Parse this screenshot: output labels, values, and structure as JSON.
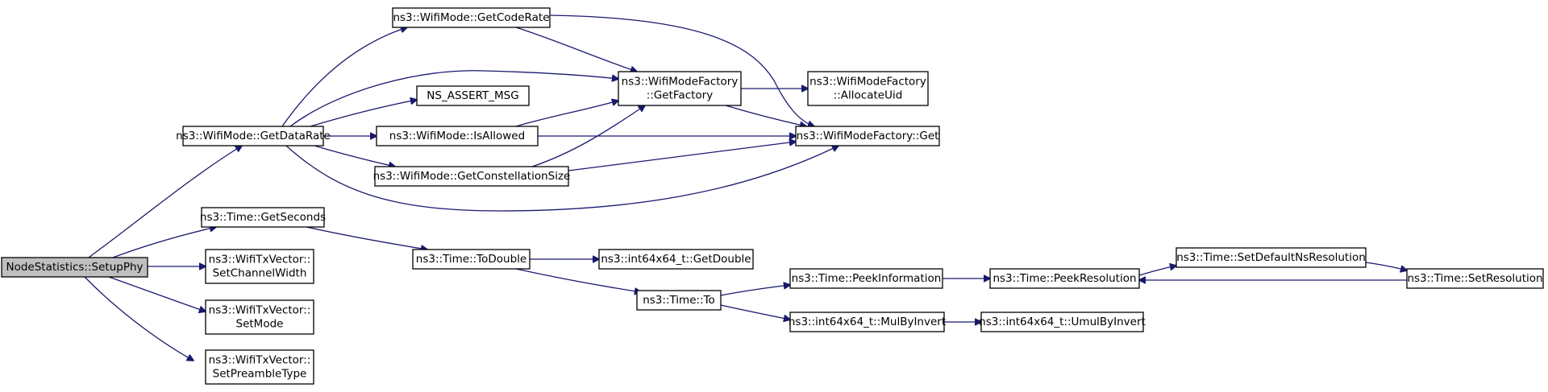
{
  "diagram": {
    "nodes": [
      {
        "id": "setup_phy",
        "lines": [
          "NodeStatistics::SetupPhy"
        ]
      },
      {
        "id": "get_data_rate",
        "lines": [
          "ns3::WifiMode::GetDataRate"
        ]
      },
      {
        "id": "get_seconds",
        "lines": [
          "ns3::Time::GetSeconds"
        ]
      },
      {
        "id": "set_channel_width",
        "lines": [
          "ns3::WifiTxVector::",
          "SetChannelWidth"
        ]
      },
      {
        "id": "set_mode",
        "lines": [
          "ns3::WifiTxVector::",
          "SetMode"
        ]
      },
      {
        "id": "set_preamble_type",
        "lines": [
          "ns3::WifiTxVector::",
          "SetPreambleType"
        ]
      },
      {
        "id": "get_code_rate",
        "lines": [
          "ns3::WifiMode::GetCodeRate"
        ]
      },
      {
        "id": "ns_assert_msg",
        "lines": [
          "NS_ASSERT_MSG"
        ]
      },
      {
        "id": "is_allowed",
        "lines": [
          "ns3::WifiMode::IsAllowed"
        ]
      },
      {
        "id": "get_constellation_size",
        "lines": [
          "ns3::WifiMode::GetConstellationSize"
        ]
      },
      {
        "id": "get_factory",
        "lines": [
          "ns3::WifiModeFactory",
          "::GetFactory"
        ]
      },
      {
        "id": "allocate_uid",
        "lines": [
          "ns3::WifiModeFactory",
          "::AllocateUid"
        ]
      },
      {
        "id": "factory_get",
        "lines": [
          "ns3::WifiModeFactory::Get"
        ]
      },
      {
        "id": "to_double",
        "lines": [
          "ns3::Time::ToDouble"
        ]
      },
      {
        "id": "get_double",
        "lines": [
          "ns3::int64x64_t::GetDouble"
        ]
      },
      {
        "id": "time_to",
        "lines": [
          "ns3::Time::To"
        ]
      },
      {
        "id": "peek_information",
        "lines": [
          "ns3::Time::PeekInformation"
        ]
      },
      {
        "id": "mul_by_invert",
        "lines": [
          "ns3::int64x64_t::MulByInvert"
        ]
      },
      {
        "id": "peek_resolution",
        "lines": [
          "ns3::Time::PeekResolution"
        ]
      },
      {
        "id": "umul_by_invert",
        "lines": [
          "ns3::int64x64_t::UmulByInvert"
        ]
      },
      {
        "id": "set_default_ns_resolution",
        "lines": [
          "ns3::Time::SetDefaultNsResolution"
        ]
      },
      {
        "id": "set_resolution",
        "lines": [
          "ns3::Time::SetResolution"
        ]
      }
    ],
    "edges": [
      {
        "from": "setup_phy",
        "to": "get_data_rate"
      },
      {
        "from": "setup_phy",
        "to": "get_seconds"
      },
      {
        "from": "setup_phy",
        "to": "set_channel_width"
      },
      {
        "from": "setup_phy",
        "to": "set_mode"
      },
      {
        "from": "setup_phy",
        "to": "set_preamble_type"
      },
      {
        "from": "get_data_rate",
        "to": "get_code_rate"
      },
      {
        "from": "get_data_rate",
        "to": "get_factory"
      },
      {
        "from": "get_data_rate",
        "to": "ns_assert_msg"
      },
      {
        "from": "get_data_rate",
        "to": "is_allowed"
      },
      {
        "from": "get_data_rate",
        "to": "get_constellation_size"
      },
      {
        "from": "get_data_rate",
        "to": "factory_get"
      },
      {
        "from": "get_code_rate",
        "to": "get_factory"
      },
      {
        "from": "get_code_rate",
        "to": "factory_get"
      },
      {
        "from": "is_allowed",
        "to": "get_factory"
      },
      {
        "from": "is_allowed",
        "to": "factory_get"
      },
      {
        "from": "get_constellation_size",
        "to": "get_factory"
      },
      {
        "from": "get_constellation_size",
        "to": "factory_get"
      },
      {
        "from": "get_factory",
        "to": "allocate_uid"
      },
      {
        "from": "get_factory",
        "to": "factory_get"
      },
      {
        "from": "get_seconds",
        "to": "to_double"
      },
      {
        "from": "to_double",
        "to": "get_double"
      },
      {
        "from": "to_double",
        "to": "time_to"
      },
      {
        "from": "time_to",
        "to": "peek_information"
      },
      {
        "from": "time_to",
        "to": "mul_by_invert"
      },
      {
        "from": "peek_information",
        "to": "peek_resolution"
      },
      {
        "from": "peek_resolution",
        "to": "set_default_ns_resolution"
      },
      {
        "from": "set_default_ns_resolution",
        "to": "set_resolution"
      },
      {
        "from": "set_resolution",
        "to": "peek_resolution"
      },
      {
        "from": "mul_by_invert",
        "to": "umul_by_invert"
      }
    ]
  }
}
